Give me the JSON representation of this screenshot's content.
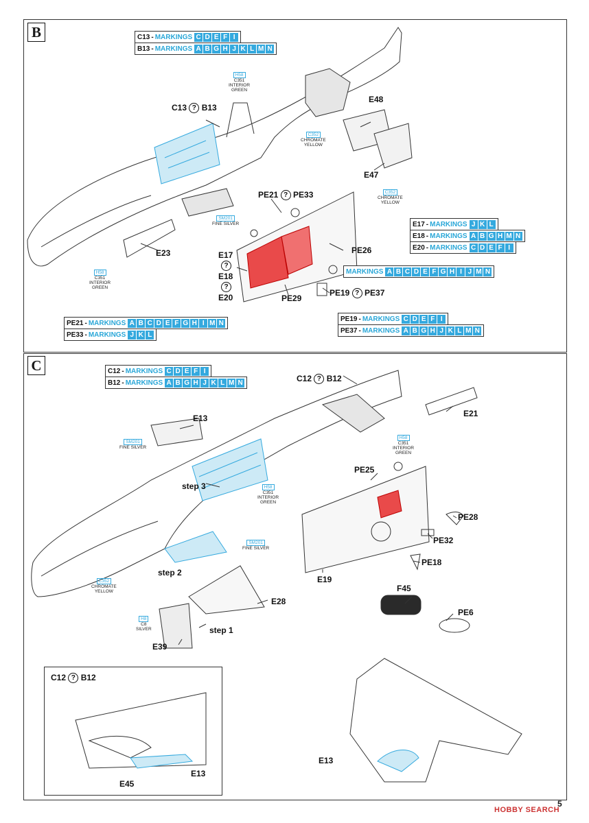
{
  "page": {
    "number": "5",
    "watermark": "HOBBY SEARCH"
  },
  "sectionB": {
    "letter": "B",
    "markings": [
      {
        "part": "C13",
        "word": "MARKINGS",
        "letters": [
          "C",
          "D",
          "E",
          "F",
          "I"
        ]
      },
      {
        "part": "B13",
        "word": "MARKINGS",
        "letters": [
          "A",
          "B",
          "G",
          "H",
          "J",
          "K",
          "L",
          "M",
          "N"
        ]
      },
      {
        "part": "E17",
        "word": "MARKINGS",
        "letters": [
          "J",
          "K",
          "L"
        ]
      },
      {
        "part": "E18",
        "word": "MARKINGS",
        "letters": [
          "A",
          "B",
          "G",
          "H",
          "M",
          "N"
        ]
      },
      {
        "part": "E20",
        "word": "MARKINGS",
        "letters": [
          "C",
          "D",
          "E",
          "F",
          "I"
        ]
      },
      {
        "part": "",
        "word": "MARKINGS",
        "letters": [
          "A",
          "B",
          "C",
          "D",
          "E",
          "F",
          "G",
          "H",
          "I",
          "J",
          "M",
          "N"
        ]
      },
      {
        "part": "PE21",
        "word": "MARKINGS",
        "letters": [
          "A",
          "B",
          "C",
          "D",
          "E",
          "F",
          "G",
          "H",
          "I",
          "M",
          "N"
        ]
      },
      {
        "part": "PE33",
        "word": "MARKINGS",
        "letters": [
          "J",
          "K",
          "L"
        ]
      },
      {
        "part": "PE19",
        "word": "MARKINGS",
        "letters": [
          "C",
          "D",
          "E",
          "F",
          "I"
        ]
      },
      {
        "part": "PE37",
        "word": "MARKINGS",
        "letters": [
          "A",
          "B",
          "G",
          "H",
          "J",
          "K",
          "L",
          "M",
          "N"
        ]
      }
    ],
    "parts": {
      "c13b13_a": "C13",
      "c13b13_b": "B13",
      "e48": "E48",
      "e47": "E47",
      "e23": "E23",
      "pe21pe33_a": "PE21",
      "pe21pe33_b": "PE33",
      "pe26": "PE26",
      "e17": "E17",
      "e18": "E18",
      "e20": "E20",
      "pe29": "PE29",
      "pe19pe37_a": "PE19",
      "pe19pe37_b": "PE37",
      "q": "?"
    },
    "paints": [
      {
        "code": "H58",
        "num": "C351",
        "name1": "INTERIOR",
        "name2": "GREEN"
      },
      {
        "code": "C352",
        "num": "",
        "name1": "CHROMATE",
        "name2": "YELLOW"
      },
      {
        "code": "C352",
        "num": "",
        "name1": "CHROMATE",
        "name2": "YELLOW"
      },
      {
        "code": "SM201",
        "num": "",
        "name1": "FINE SILVER",
        "name2": ""
      },
      {
        "code": "H58",
        "num": "C351",
        "name1": "INTERIOR",
        "name2": "GREEN"
      }
    ]
  },
  "sectionC": {
    "letter": "C",
    "markings": [
      {
        "part": "C12",
        "word": "MARKINGS",
        "letters": [
          "C",
          "D",
          "E",
          "F",
          "I"
        ]
      },
      {
        "part": "B12",
        "word": "MARKINGS",
        "letters": [
          "A",
          "B",
          "G",
          "H",
          "J",
          "K",
          "L",
          "M",
          "N"
        ]
      }
    ],
    "parts": {
      "c12b12_a": "C12",
      "c12b12_b": "B12",
      "e21": "E21",
      "e13": "E13",
      "step3": "step 3",
      "pe25": "PE25",
      "pe28": "PE28",
      "pe32": "PE32",
      "pe18": "PE18",
      "step2": "step 2",
      "e19": "E19",
      "f45": "F45",
      "pe6": "PE6",
      "e28": "E28",
      "step1": "step 1",
      "e39": "E39",
      "inset_a": "C12",
      "inset_b": "B12",
      "inset_e45": "E45",
      "inset_e13": "E13",
      "e13b": "E13",
      "q": "?"
    },
    "paints": [
      {
        "code": "SM201",
        "num": "",
        "name1": "FINE SILVER",
        "name2": ""
      },
      {
        "code": "H58",
        "num": "C351",
        "name1": "INTERIOR",
        "name2": "GREEN"
      },
      {
        "code": "H58",
        "num": "C351",
        "name1": "INTERIOR",
        "name2": "GREEN"
      },
      {
        "code": "SM201",
        "num": "",
        "name1": "FINE SILVER",
        "name2": ""
      },
      {
        "code": "C352",
        "num": "",
        "name1": "CHROMATE",
        "name2": "YELLOW"
      },
      {
        "code": "H8",
        "num": "C8",
        "name1": "SILVER",
        "name2": ""
      }
    ]
  },
  "colors": {
    "marking_blue": "#34a9de",
    "highlight_red": "#e02020",
    "line": "#333333"
  }
}
